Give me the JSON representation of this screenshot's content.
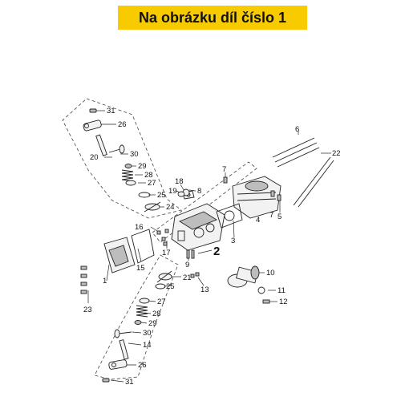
{
  "banner": {
    "text": "Na obrázku díl číslo 1",
    "color": "#f7cb00"
  },
  "labels": [
    "31",
    "26",
    "30",
    "20",
    "29",
    "28",
    "27",
    "25",
    "24",
    "18",
    "19",
    "8",
    "16",
    "17",
    "9",
    "15",
    "2",
    "21",
    "25",
    "27",
    "28",
    "29",
    "30",
    "14",
    "26",
    "31",
    "1",
    "23",
    "7",
    "4",
    "3",
    "5",
    "7",
    "6",
    "22",
    "10",
    "13",
    "11",
    "12"
  ]
}
